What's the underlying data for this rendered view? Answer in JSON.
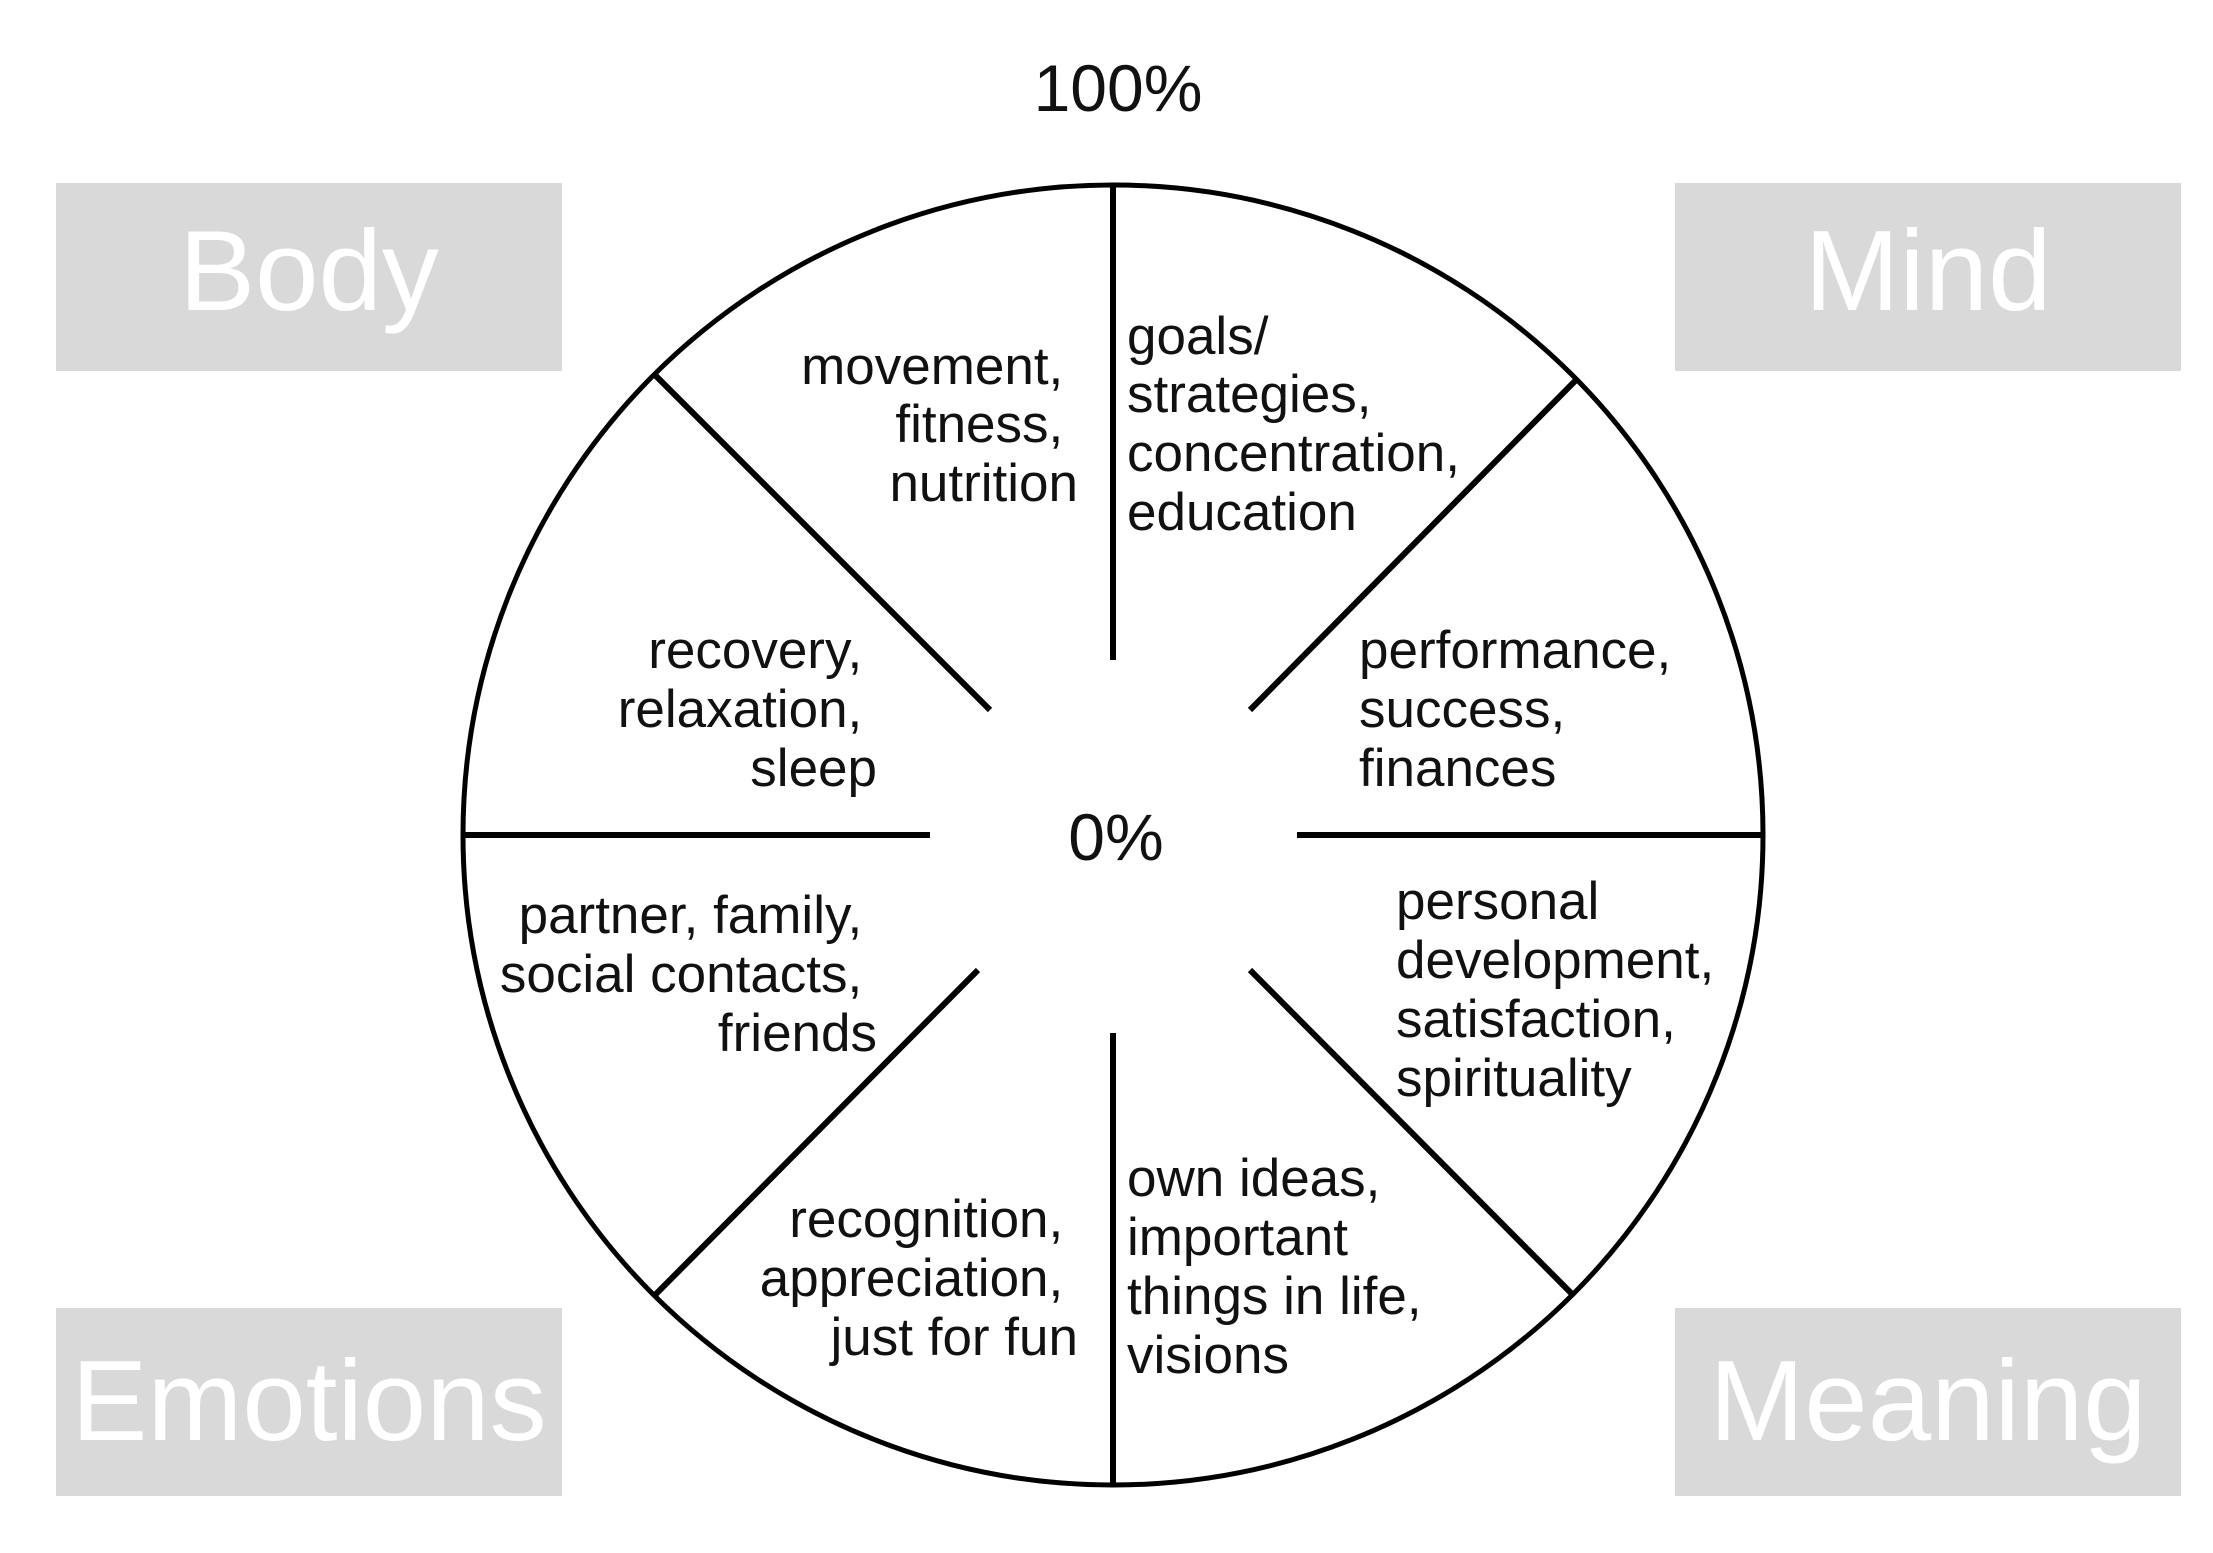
{
  "scale": {
    "max_label": "100%",
    "min_label": "0%"
  },
  "corners": {
    "top_left": "Body",
    "top_right": "Mind",
    "bottom_left": "Emotions",
    "bottom_right": "Meaning"
  },
  "segments": [
    {
      "id": "movement",
      "lines": [
        "movement,",
        "fitness,",
        "nutrition"
      ]
    },
    {
      "id": "goals",
      "lines": [
        "goals/",
        "strategies,",
        "concentration,",
        "education"
      ]
    },
    {
      "id": "performance",
      "lines": [
        "performance,",
        "success,",
        "finances"
      ]
    },
    {
      "id": "personal-development",
      "lines": [
        "personal",
        "development,",
        "satisfaction,",
        "spirituality"
      ]
    },
    {
      "id": "own-ideas",
      "lines": [
        "own ideas,",
        "important",
        "things in life,",
        "visions"
      ]
    },
    {
      "id": "recognition",
      "lines": [
        "recognition,",
        "appreciation,",
        "just for fun"
      ]
    },
    {
      "id": "partner",
      "lines": [
        "partner, family,",
        "social contacts,",
        "friends"
      ]
    },
    {
      "id": "recovery",
      "lines": [
        "recovery,",
        "relaxation,",
        "sleep"
      ]
    }
  ],
  "colors": {
    "corner_box": "#d9d9d9",
    "corner_text": "#ffffff",
    "lines": "#000000"
  }
}
